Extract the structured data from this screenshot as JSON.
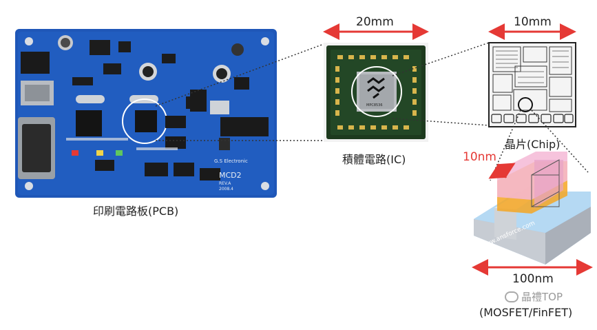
{
  "pcb": {
    "caption": "印刷電路板(PCB)",
    "board_text": [
      "G.S Electronic",
      "MCD2",
      "REV.A",
      "2008.4"
    ]
  },
  "ic": {
    "caption": "積體電路(IC)",
    "width_label": "20mm",
    "die_text": "MPC8536"
  },
  "chip": {
    "caption": "晶片(Chip)",
    "width_label": "10mm"
  },
  "transistor": {
    "caption": "(MOSFET/FinFET)",
    "gate_label": "10nm",
    "width_label": "100nm",
    "site_text": "www.ansforce.com"
  },
  "watermark": {
    "text": "晶禮TOP"
  },
  "colors": {
    "pcb_blue": "#1f57b8",
    "ic_green": "#1d3a1e",
    "arrow_red": "#e53935",
    "fin_pink": "#f5b8d6",
    "fin_orange": "#f5a623",
    "fin_blue": "#a9cfee"
  }
}
